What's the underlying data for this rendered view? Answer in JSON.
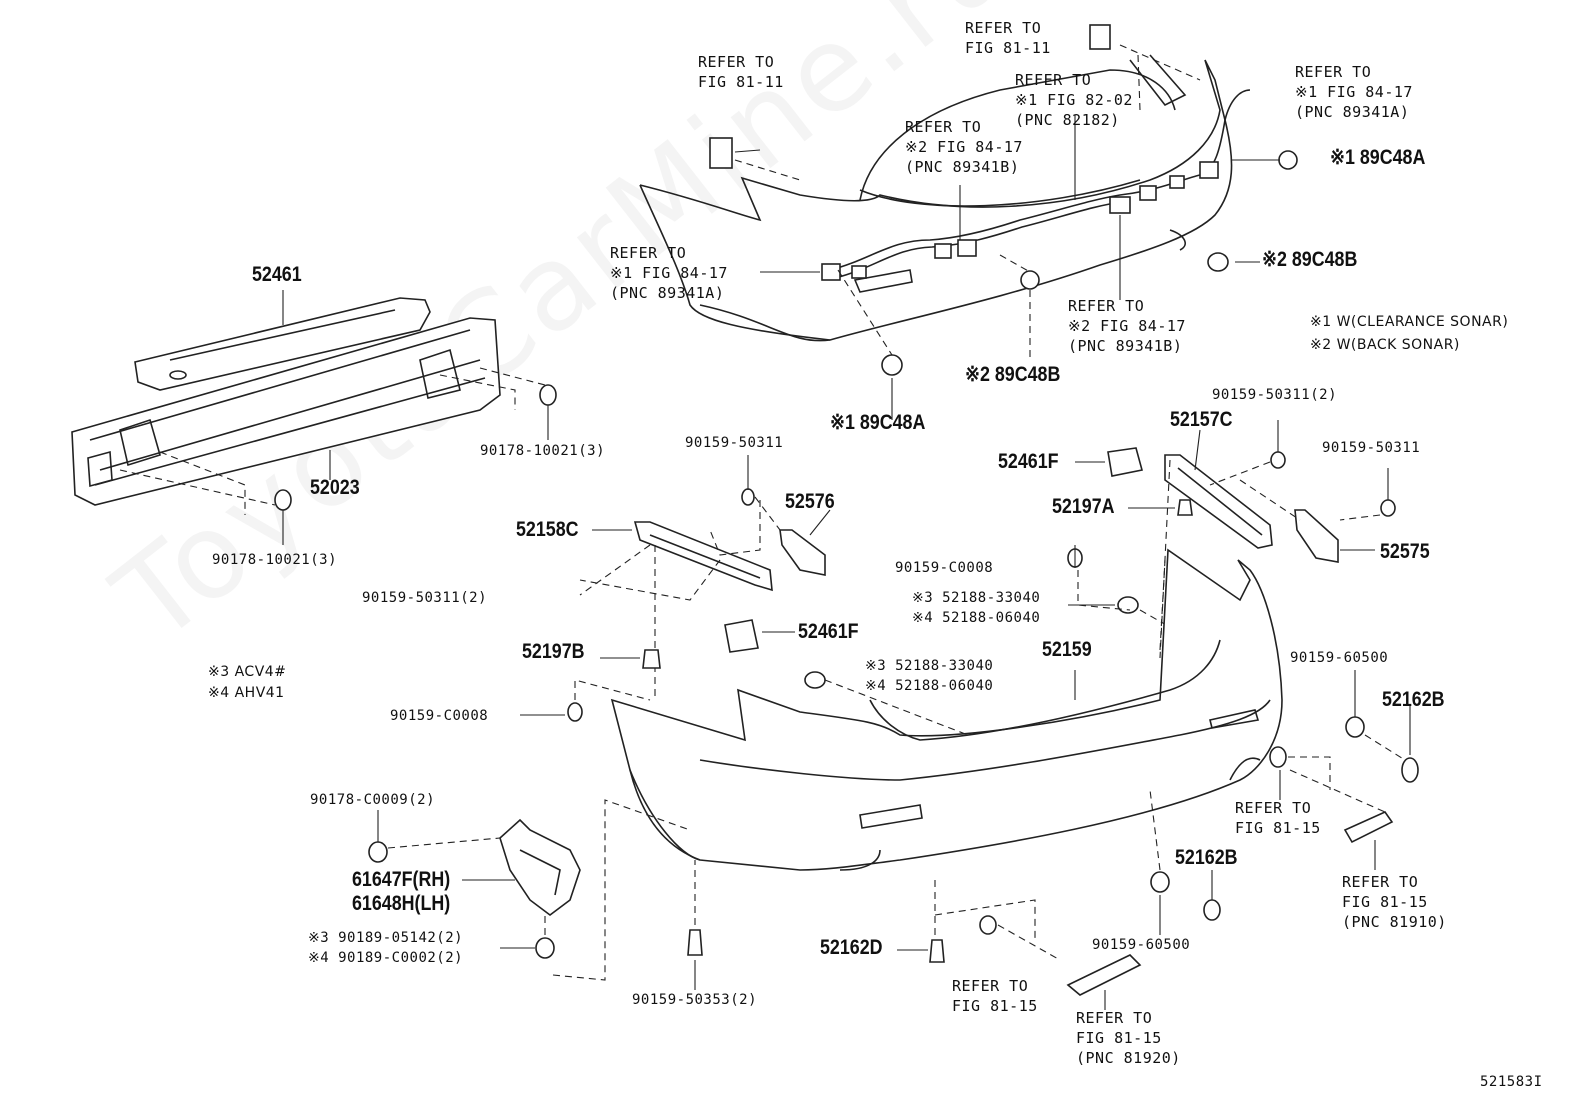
{
  "watermark": "ToyotaCarMine.ru",
  "figure_id": "52158­3I",
  "notes": {
    "n1": "※1 W(CLEARANCE SONAR)",
    "n2": "※2 W(BACK SONAR)",
    "n3": "※3 ACV4#",
    "n4": "※4 AHV41"
  },
  "labels": {
    "refer_81_11_top": "REFER TO\nFIG 81-11",
    "refer_81_11_left": "REFER TO\nFIG 81-11",
    "refer_82_02": "REFER TO\n※1 FIG 82-02\n(PNC 82182)",
    "refer_84_17_right": "REFER TO\n※1 FIG 84-17\n(PNC 89341A)",
    "refer_84_17_b_top": "REFER TO\n※2 FIG 84-17\n(PNC 89341B)",
    "refer_84_17_a_left": "REFER TO\n※1 FIG 84-17\n(PNC 89341A)",
    "refer_84_17_b_bottom": "REFER TO\n※2 FIG 84-17\n(PNC 89341B)",
    "p89c48a_right": "※1 89C48A",
    "p89c48b_right": "※2 89C48B",
    "p89c48b_mid": "※2 89C48B",
    "p89c48a_mid": "※1 89C48A",
    "p52461": "52461",
    "p52023": "52023",
    "p90178_top": "90178-10021(3)",
    "p90178_bottom": "90178-10021(3)",
    "p90159_50311_top": "90159-50311",
    "p52576": "52576",
    "p52158c": "52158C",
    "p90159_50311_2_left": "90159-50311(2)",
    "p52461f_top": "52461F",
    "p52461f_mid": "52461F",
    "p52197a": "52197A",
    "p52157c": "52157C",
    "p90159_50311_2_right": "90159-50311(2)",
    "p90159_50311_right": "90159-50311",
    "p52575": "52575",
    "p90159_c0008_mid": "90159-C0008",
    "p52188_top": "※3 52188-33040\n※4 52188-06040",
    "p52188_mid": "※3 52188-33040\n※4 52188-06040",
    "p52159": "52159",
    "p52197b": "52197B",
    "p90159_c0008_left": "90159-C0008",
    "p90159_60500_right": "90159-60500",
    "p52162b_right": "52162B",
    "p90178_c0009": "90178-C0009(2)",
    "p61647f": "61647F(RH)\n61648H(LH)",
    "p90189": "※3 90189-05142(2)\n※4 90189-C0002(2)",
    "p90159_50353": "90159-50353(2)",
    "p52162d": "52162D",
    "refer_81_15_bottom": "REFER TO\nFIG 81-15",
    "refer_81_15_pnc81920": "REFER TO\nFIG 81-15\n(PNC 81920)",
    "p52162b_mid": "52162B",
    "p90159_60500_mid": "90159-60500",
    "refer_81_15_mid": "REFER TO\nFIG 81-15",
    "refer_81_15_pnc81910": "REFER TO\nFIG 81-15\n(PNC 81910)"
  }
}
